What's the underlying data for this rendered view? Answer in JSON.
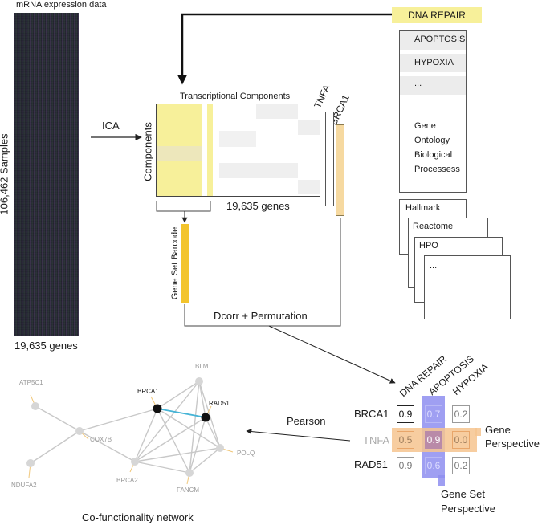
{
  "expression": {
    "title": "mRNA expression data",
    "samples_label": "106,462 Samples",
    "genes_label": "19,635 genes",
    "ica_label": "ICA"
  },
  "components": {
    "title": "Transcriptional Components",
    "row_label": "Components",
    "genes_label": "19,635 genes",
    "tnfa_label": "TNFA",
    "brca1_label": "BRCA1",
    "barcode_label": "Gene Set Barcode",
    "dcorr_label": "Dcorr + Permutation"
  },
  "gene_sets": {
    "dna_repair": "DNA REPAIR",
    "go_items": [
      "APOPTOSIS",
      "HYPOXIA",
      "..."
    ],
    "go_description": [
      "Gene",
      "Ontology",
      "Biological",
      "Processess"
    ],
    "collections": [
      "Hallmark",
      "Reactome",
      "HPO",
      "..."
    ]
  },
  "matrix": {
    "columns": [
      "DNA REPAIR",
      "APOPTOSIS",
      "HYPOXIA"
    ],
    "rows": [
      {
        "gene": "BRCA1",
        "values": [
          "0.9",
          "0.7",
          "0.2"
        ]
      },
      {
        "gene": "TNFA",
        "values": [
          "0.5",
          "0.9",
          "0.0"
        ]
      },
      {
        "gene": "RAD51",
        "values": [
          "0.9",
          "0.6",
          "0.2"
        ]
      }
    ],
    "gene_perspective": [
      "Gene",
      "Perspective"
    ],
    "gene_set_perspective": [
      "Gene Set",
      "Perspective"
    ],
    "pearson_label": "Pearson"
  },
  "network": {
    "title": "Co-functionality network",
    "nodes": [
      "ATP5C1",
      "COX7B",
      "NDUFA2",
      "BRCA1",
      "RAD51",
      "BLM",
      "BRCA2",
      "POLQ",
      "FANCM"
    ]
  },
  "colors": {
    "highlight_yellow": "#f7f09a",
    "barcode_yellow": "#f3c42c",
    "orange_highlight": "#f6c48f",
    "blue_highlight": "#8e8ef0",
    "edge_blue": "#46b4d6"
  }
}
